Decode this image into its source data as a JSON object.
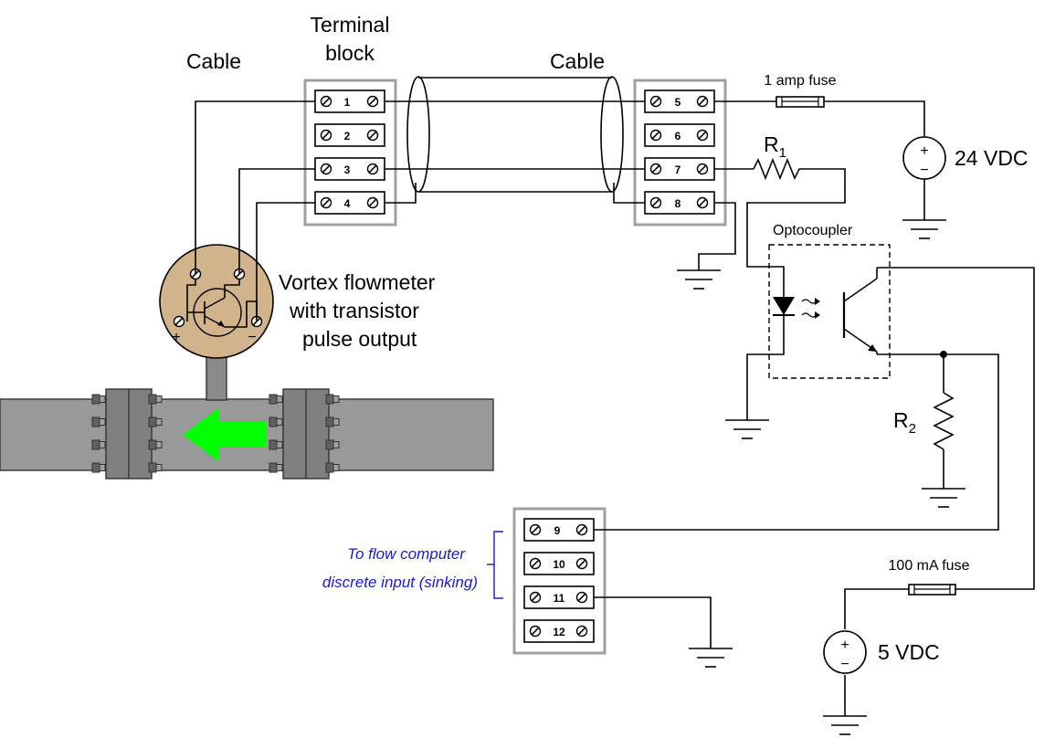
{
  "labels": {
    "cable_left": "Cable",
    "terminal_block_line1": "Terminal",
    "terminal_block_line2": "block",
    "cable_middle": "Cable",
    "fuse_1": "1 amp fuse",
    "r1_letter": "R",
    "r1_sub": "1",
    "supply_24": "24 VDC",
    "optocoupler": "Optocoupler",
    "flowmeter_line1": "Vortex flowmeter",
    "flowmeter_line2": "with transistor",
    "flowmeter_line3": "pulse output",
    "r2_letter": "R",
    "r2_sub": "2",
    "flow_computer_line1": "To flow computer",
    "flow_computer_line2": "discrete input (sinking)",
    "fuse_2": "100 mA fuse",
    "supply_5": "5 VDC",
    "plus": "+",
    "minus": "−"
  },
  "terminals": {
    "block_a": [
      "1",
      "2",
      "3",
      "4"
    ],
    "block_b": [
      "5",
      "6",
      "7",
      "8"
    ],
    "block_c": [
      "9",
      "10",
      "11",
      "12"
    ]
  },
  "colors": {
    "wire": "#000000",
    "terminal_block_frame": "#a0a0a0",
    "flowmeter_body": "#d2b48c",
    "pipe": "#999999",
    "flange": "#808080",
    "flow_arrow": "#00ff00",
    "note_text": "#1a1acc"
  },
  "icons": {
    "flow_arrow": "left-arrow-icon",
    "ground": "ground-icon",
    "screw": "screw-icon"
  }
}
